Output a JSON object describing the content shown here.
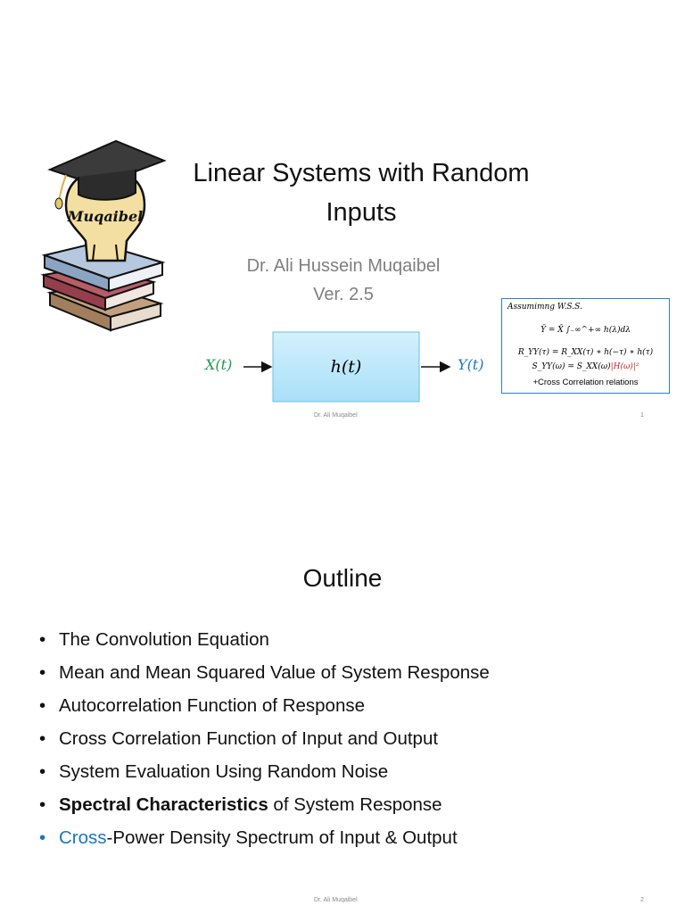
{
  "slide1": {
    "logo_text": "Muqaibel",
    "title_line1": "Linear Systems with Random",
    "title_line2": "Inputs",
    "author": "Dr. Ali Hussein Muqaibel",
    "version": "Ver. 2.5",
    "diagram": {
      "input_label": "X(t)",
      "system_label": "h(t)",
      "output_label": "Y(t)"
    },
    "wss_box": {
      "heading": "Assumimng W.S.S.",
      "eq1": "Ȳ = X̄ ∫₋∞^+∞ h(λ)dλ",
      "eq2": "R_YY(τ) = R_XX(τ) ∗ h(−τ) ∗ h(τ)",
      "eq3_left": "S_YY(ω) = S_XX(ω)",
      "eq3_red": "|H(ω)|²",
      "note": "+Cross Correlation relations"
    },
    "footer": "Dr. Ali Muqaibel",
    "page_number": "1"
  },
  "slide2": {
    "title": "Outline",
    "bullets": [
      "The Convolution Equation",
      "Mean and Mean Squared Value of System Response",
      "Autocorrelation Function of Response",
      "Cross Correlation Function of Input and Output",
      "System Evaluation Using Random Noise"
    ],
    "bullet6_bold": "Spectral Characteristics",
    "bullet6_rest": " of System Response",
    "bullet7_blue": "Cross",
    "bullet7_rest": "-Power Density Spectrum of Input & Output",
    "footer": "Dr. Ali Muqaibel",
    "page_number": "2"
  },
  "colors": {
    "input": "#1e9a4a",
    "output": "#1a75c9",
    "box_fill": "#bfe9fb",
    "highlight_red": "#d21f1f",
    "subtitle_gray": "#7f7f7f"
  }
}
